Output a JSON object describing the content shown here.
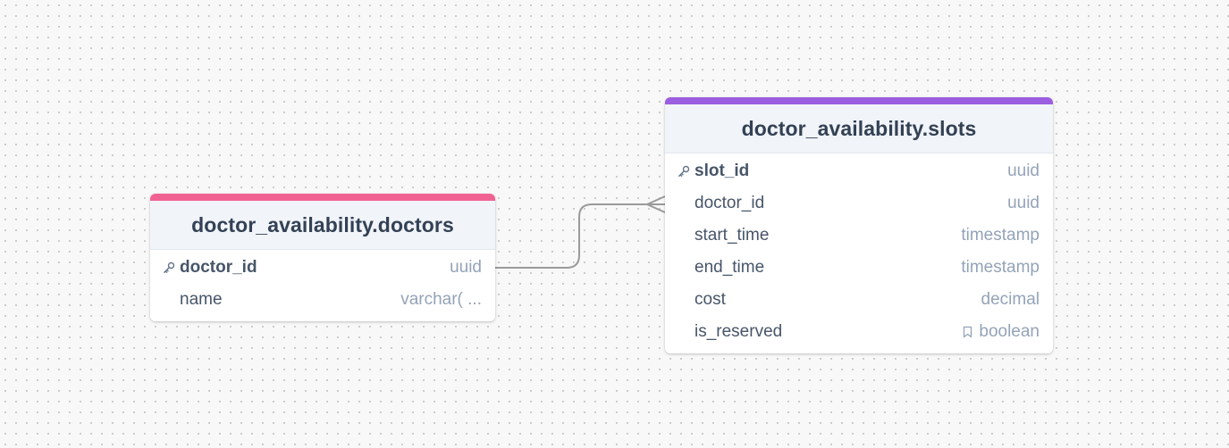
{
  "tables": [
    {
      "name": "doctor_availability.doctors",
      "accent_color": "#f06292",
      "columns": [
        {
          "name": "doctor_id",
          "type": "uuid",
          "primary_key": true,
          "icon": "key-icon"
        },
        {
          "name": "name",
          "type": "varchar( ...",
          "primary_key": false
        }
      ]
    },
    {
      "name": "doctor_availability.slots",
      "accent_color": "#9c5ee0",
      "columns": [
        {
          "name": "slot_id",
          "type": "uuid",
          "primary_key": true,
          "icon": "key-icon"
        },
        {
          "name": "doctor_id",
          "type": "uuid",
          "primary_key": false
        },
        {
          "name": "start_time",
          "type": "timestamp",
          "primary_key": false
        },
        {
          "name": "end_time",
          "type": "timestamp",
          "primary_key": false
        },
        {
          "name": "cost",
          "type": "decimal",
          "primary_key": false
        },
        {
          "name": "is_reserved",
          "type": "boolean",
          "primary_key": false,
          "type_icon": "bookmark-icon"
        }
      ]
    }
  ],
  "relationships": [
    {
      "from_table": "doctor_availability.doctors",
      "from_column": "doctor_id",
      "to_table": "doctor_availability.slots",
      "to_column": "doctor_id",
      "cardinality": "one-to-many"
    }
  ],
  "colors": {
    "edge": "#9a9a9a",
    "canvas_dot": "#c9c9c9"
  }
}
